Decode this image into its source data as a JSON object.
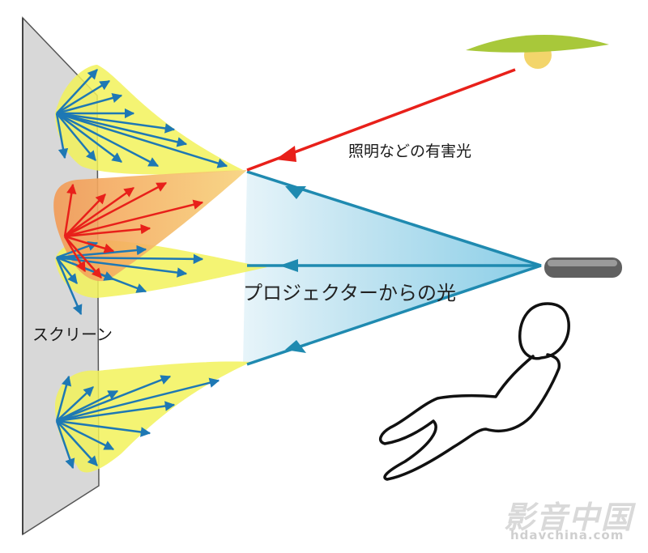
{
  "labels": {
    "harmful_light": "照明などの有害光",
    "projector_light": "プロジェクターからの光",
    "screen": "スクリーン"
  },
  "watermark": {
    "chinese": "影音中国",
    "url": "hdavchina.com"
  },
  "colors": {
    "harmful_ray": "#e8201a",
    "projector_ray": "#1f8ab0",
    "reflection_ray": "#1e78b4",
    "lobe_fill": "#f2f25a",
    "lamp_shade": "#a8c83a",
    "screen_fill": "#d8d8d8"
  },
  "icons": {
    "lamp": "ceiling-lamp-icon",
    "projector": "projector-icon",
    "viewer": "seated-person-icon"
  }
}
